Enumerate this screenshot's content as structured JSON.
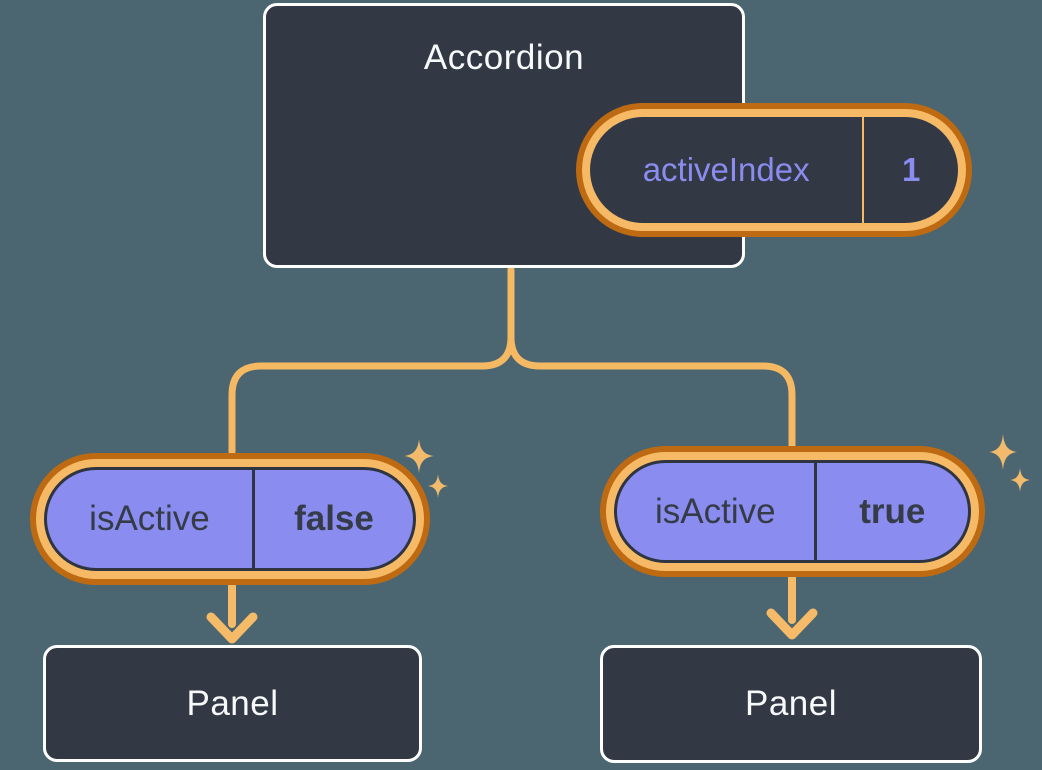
{
  "colors": {
    "background": "#4B6670",
    "node_fill": "#323945",
    "node_border": "#FFFFFF",
    "node_text": "#F7F9FB",
    "ring_outer_orange": "#BE6A12",
    "ring_inner_orange": "#F6BA66",
    "connector_orange": "#F5B863",
    "sparkle_orange": "#F2BA6B",
    "state_purple": "#8A8CF0",
    "state_dark_text": "#353C48"
  },
  "tree": {
    "root": {
      "title": "Accordion",
      "state": {
        "name": "activeIndex",
        "value": "1"
      }
    },
    "children": [
      {
        "state": {
          "name": "isActive",
          "value": "false"
        },
        "panel_label": "Panel"
      },
      {
        "state": {
          "name": "isActive",
          "value": "true"
        },
        "panel_label": "Panel"
      }
    ]
  }
}
